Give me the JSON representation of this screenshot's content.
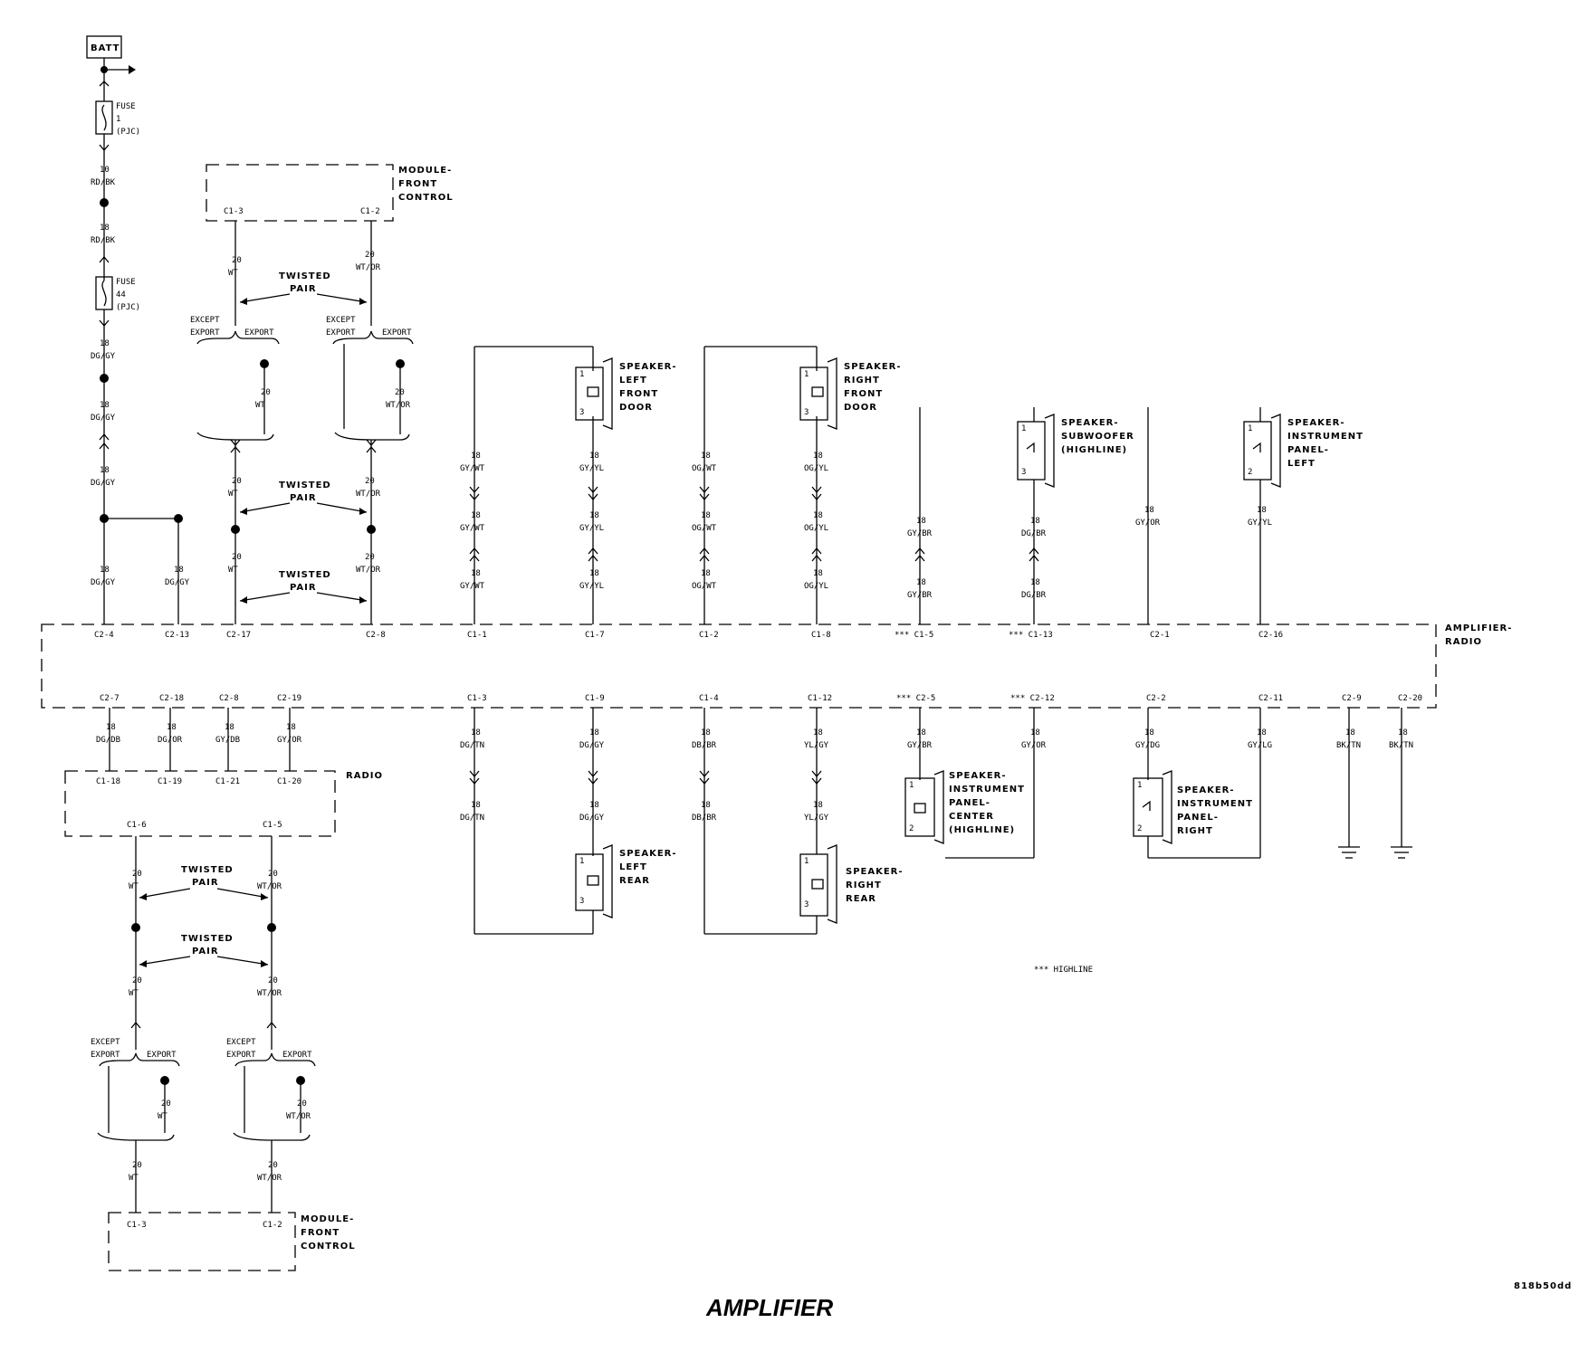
{
  "title": "AMPLIFIER",
  "figure_code": "818b50dd",
  "batt_label": "BATT",
  "highline_note": "*** HIGHLINE",
  "fuses": [
    {
      "lines": [
        "FUSE",
        "1",
        "(PJC)"
      ]
    },
    {
      "lines": [
        "FUSE",
        "44",
        "(PJC)"
      ]
    }
  ],
  "modules": {
    "top": {
      "lines": [
        "MODULE-",
        "FRONT",
        "CONTROL"
      ],
      "pins": [
        "C1-3",
        "C1-2"
      ]
    },
    "bottom": {
      "lines": [
        "MODULE-",
        "FRONT",
        "CONTROL"
      ],
      "pins": [
        "C1-3",
        "C1-2"
      ]
    },
    "amplifier": {
      "lines": [
        "AMPLIFIER-",
        "RADIO"
      ]
    },
    "radio": {
      "label": "RADIO",
      "pins_top": [
        "C1-18",
        "C1-19",
        "C1-21",
        "C1-20"
      ],
      "pins_bottom": [
        "C1-6",
        "C1-5"
      ]
    }
  },
  "twisted_pair": [
    "TWISTED",
    "PAIR"
  ],
  "splice": {
    "except": [
      "EXCEPT",
      "EXPORT"
    ],
    "export": "EXPORT"
  },
  "amp_top_pins": [
    "C2-4",
    "C2-13",
    "C2-17",
    "C2-8",
    "C1-1",
    "C1-7",
    "C1-2",
    "C1-8",
    "*** C1-5",
    "*** C1-13",
    "C2-1",
    "C2-16"
  ],
  "amp_bottom_pins": [
    "C2-7",
    "C2-18",
    "C2-8",
    "C2-19",
    "C1-3",
    "C1-9",
    "C1-4",
    "C1-12",
    "*** C2-5",
    "*** C2-12",
    "C2-2",
    "C2-11",
    "C2-9",
    "C2-20"
  ],
  "wires": {
    "RD/BK": "RD/BK",
    "DG/GY": "DG/GY",
    "WT": "WT",
    "WT/OR": "WT/OR",
    "GY/WT": "GY/WT",
    "GY/YL": "GY/YL",
    "OG/WT": "OG/WT",
    "OG/YL": "OG/YL",
    "GY/BR": "GY/BR",
    "DG/BR": "DG/BR",
    "GY/OR": "GY/OR",
    "DG/OR": "DG/OR",
    "GY/DB": "GY/DB",
    "DG/DB": "DG/DB",
    "DG/TN": "DG/TN",
    "DB/BR": "DB/BR",
    "YL/GY": "YL/GY",
    "GY/DG": "GY/DG",
    "GY/LG": "GY/LG",
    "BK/TN": "BK/TN"
  },
  "gauges": {
    "g10": "10",
    "g18": "18",
    "g20": "20"
  },
  "speakers": {
    "left_front_door": [
      "SPEAKER-",
      "LEFT",
      "FRONT",
      "DOOR"
    ],
    "right_front_door": [
      "SPEAKER-",
      "RIGHT",
      "FRONT",
      "DOOR"
    ],
    "subwoofer": [
      "SPEAKER-",
      "SUBWOOFER",
      "(HIGHLINE)"
    ],
    "ip_left": [
      "SPEAKER-",
      "INSTRUMENT",
      "PANEL-",
      "LEFT"
    ],
    "left_rear": [
      "SPEAKER-",
      "LEFT",
      "REAR"
    ],
    "right_rear": [
      "SPEAKER-",
      "RIGHT",
      "REAR"
    ],
    "ip_center": [
      "SPEAKER-",
      "INSTRUMENT",
      "PANEL-",
      "CENTER",
      "(HIGHLINE)"
    ],
    "ip_right": [
      "SPEAKER-",
      "INSTRUMENT",
      "PANEL-",
      "RIGHT"
    ]
  },
  "speaker_pins": [
    "1",
    "2",
    "3"
  ]
}
